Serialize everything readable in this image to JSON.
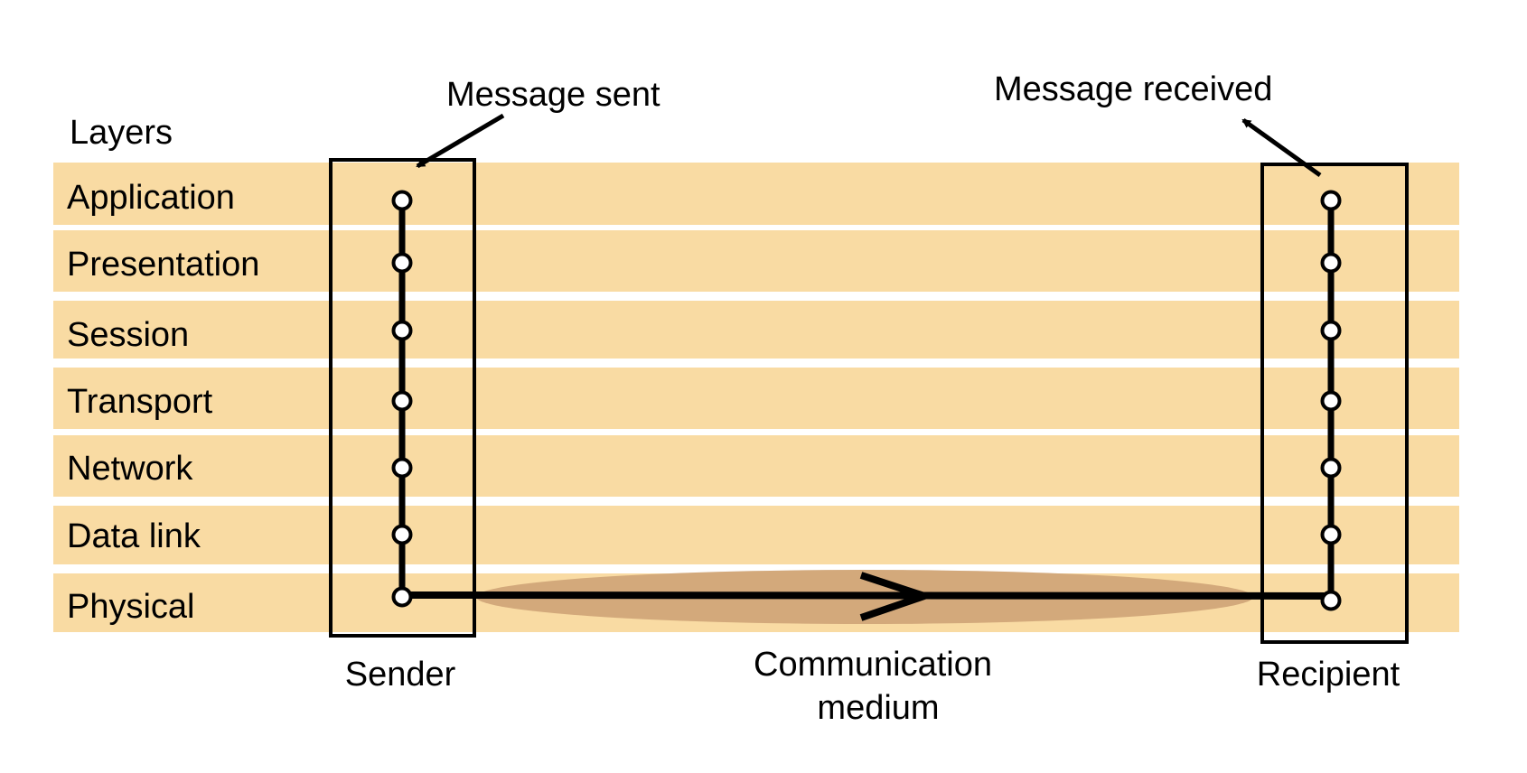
{
  "layers_heading": "Layers",
  "layers": [
    "Application",
    "Presentation",
    "Session",
    "Transport",
    "Network",
    "Data link",
    "Physical"
  ],
  "annotations": {
    "message_sent": "Message sent",
    "message_received": "Message received",
    "sender": "Sender",
    "recipient": "Recipient",
    "medium_line1": "Communication",
    "medium_line2": "medium"
  },
  "colors": {
    "band": "#f9dba3",
    "medium": "#d3a97b",
    "ink": "#000000"
  }
}
